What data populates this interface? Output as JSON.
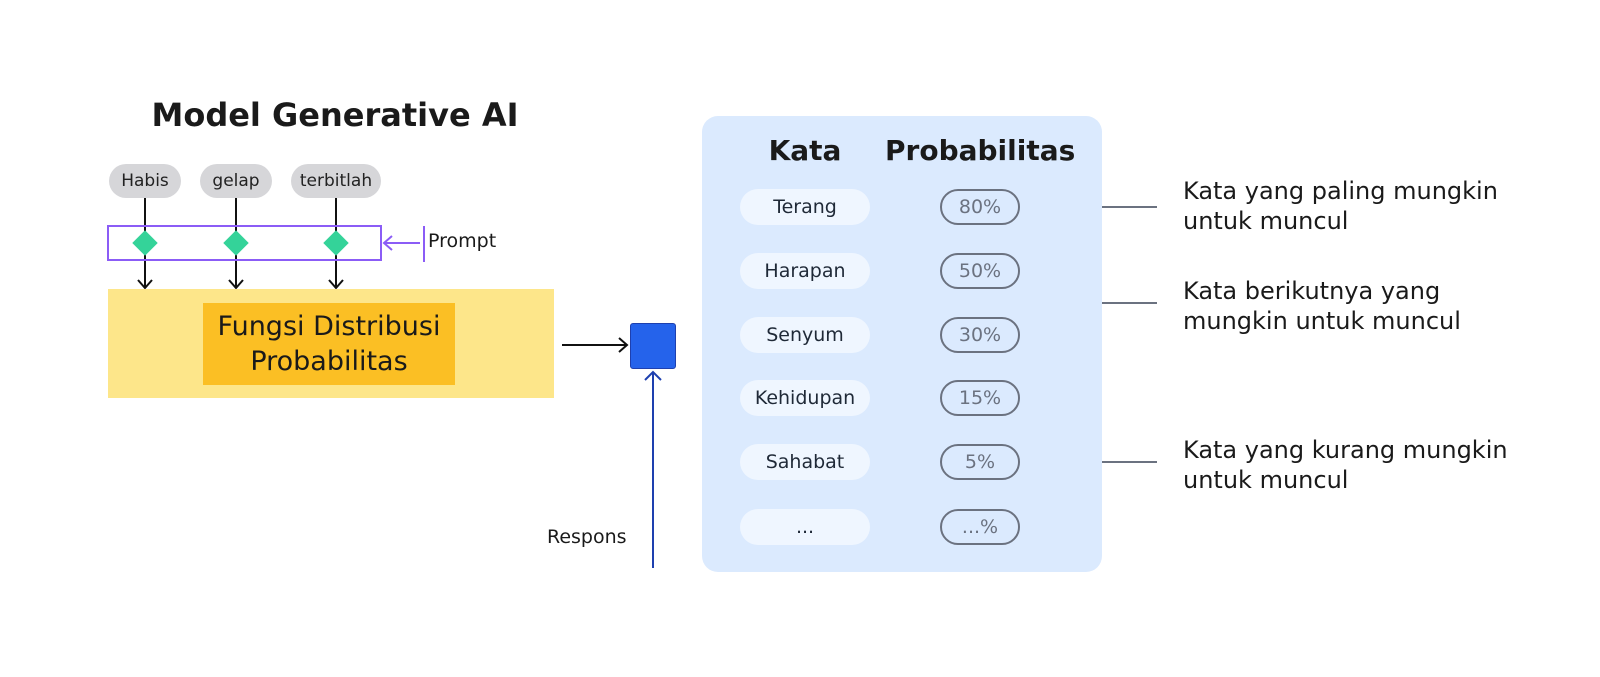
{
  "title": "Model Generative AI",
  "tokens": [
    "Habis",
    "gelap",
    "terbitlah"
  ],
  "prompt_label": "Prompt",
  "model": {
    "line1": "Fungsi Distribusi",
    "line2": "Probabilitas"
  },
  "response_label": "Respons",
  "table": {
    "header_word": "Kata",
    "header_prob": "Probabilitas",
    "rows": [
      {
        "word": "Terang",
        "prob": "80%"
      },
      {
        "word": "Harapan",
        "prob": "50%"
      },
      {
        "word": "Senyum",
        "prob": "30%"
      },
      {
        "word": "Kehidupan",
        "prob": "15%"
      },
      {
        "word": "Sahabat",
        "prob": "5%"
      },
      {
        "word": "...",
        "prob": "...%"
      }
    ]
  },
  "annotations": {
    "most_likely": {
      "line1": "Kata yang paling mungkin",
      "line2": "untuk muncul"
    },
    "next_likely": {
      "line1": "Kata berikutnya yang",
      "line2": "mungkin untuk muncul"
    },
    "less_likely": {
      "line1": "Kata yang kurang mungkin",
      "line2": "untuk muncul"
    }
  },
  "colors": {
    "prompt_border": "#8b5cf6",
    "token_marker": "#34d399",
    "model_outer": "#fde68a",
    "model_inner": "#fbbf24",
    "response_node": "#2563eb",
    "panel": "#dbeafe"
  }
}
